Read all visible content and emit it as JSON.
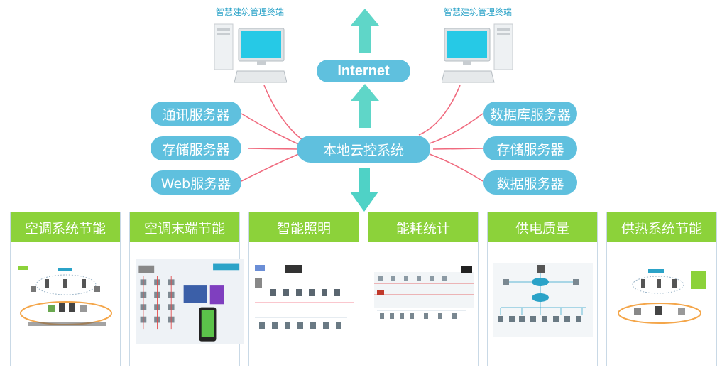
{
  "terminals": [
    {
      "label": "智慧建筑管理终端"
    },
    {
      "label": "智慧建筑管理终端"
    }
  ],
  "center": {
    "internet": "Internet",
    "local": "本地云控系统"
  },
  "left_servers": [
    "通讯服务器",
    "存储服务器",
    "Web服务器"
  ],
  "right_servers": [
    "数据库服务器",
    "存储服务器",
    "数据服务器"
  ],
  "subsystems": [
    "空调系统节能",
    "空调末端节能",
    "智能照明",
    "能耗统计",
    "供电质量",
    "供热系统节能"
  ],
  "colors": {
    "pill": "#5fc0de",
    "arrow": "#5fd6c8",
    "arrow_down": "#4fd2c6",
    "header": "#8cd23a",
    "link": "#f06a7e"
  }
}
